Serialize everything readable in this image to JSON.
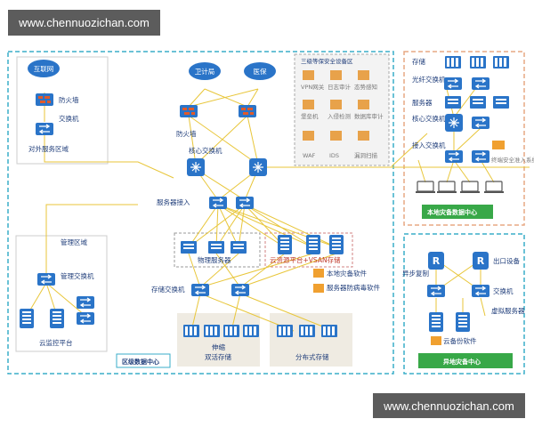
{
  "watermark": {
    "top": "www.chennuozichan.com",
    "bottom": "www.chennuozichan.com"
  },
  "nodes": {
    "internet": "互联网",
    "weijiju": "卫计局",
    "yibao": "医保",
    "firewall_left": "防火墙",
    "switch_left": "交换机",
    "external_area": "对外服务区域",
    "firewall_center": "防火墙",
    "core_switch": "核心交换机",
    "server_access": "服务器接入",
    "physical_server": "物理服务器",
    "cloud_platform": "云资源平台+VSAN存储",
    "storage_switch": "存储交换机",
    "shenliu": "伸缩",
    "dual_active": "双活存储",
    "distributed": "分布式存储",
    "local_backup_sw": "本地灾备软件",
    "server_av": "服务器防病毒软件",
    "regional_center": "区级数据中心",
    "mgmt_area": "管理区域",
    "mgmt_switch": "管理交换机",
    "cloud_monitor": "云监控平台",
    "security_title": "三级等保安全设备区",
    "sec": [
      "VPN网关",
      "日志审计",
      "态势感知",
      "堡垒机",
      "入侵检测",
      "数据库审计",
      "WAF",
      "IDS",
      "漏洞扫描"
    ],
    "storage": "存储",
    "fiber_switch": "光纤交换机",
    "server": "服务器",
    "core_switch_right": "核心交换机",
    "access_switch": "接入交换机",
    "terminal_access": "终端安全准入系统",
    "local_dr_center": "本地灾备数据中心",
    "async_copy": "异步复制",
    "egress": "出口设备",
    "switch_right": "交换机",
    "virtual_server": "虚拟服务器",
    "cloud_backup": "云备份软件",
    "remote_dr_center": "异地灾备中心"
  }
}
